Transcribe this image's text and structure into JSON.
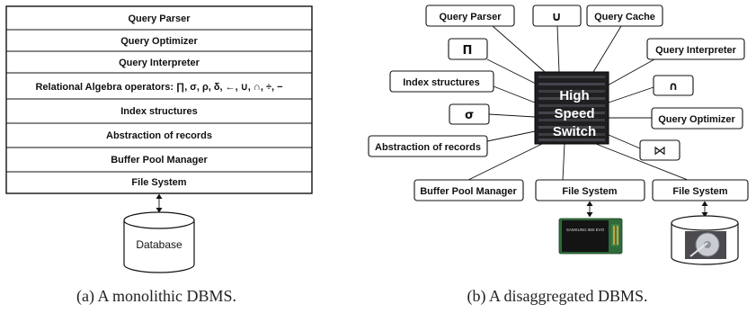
{
  "panel_a": {
    "layers": [
      "Query Parser",
      "Query Optimizer",
      "Query Interpreter",
      "Relational Algebra operators: ∏, σ, ρ, δ, ←, ∪, ∩, ÷, −",
      "Index structures",
      "Abstraction of records",
      "Buffer Pool Manager",
      "File System"
    ],
    "database_label": "Database",
    "caption": "(a) A monolithic DBMS."
  },
  "panel_b": {
    "switch_label": [
      "High",
      "Speed",
      "Switch"
    ],
    "components": {
      "query_parser": "Query Parser",
      "union": "∪",
      "query_cache": "Query Cache",
      "projection": "Π",
      "query_interpreter": "Query Interpreter",
      "index_structures": "Index structures",
      "intersection": "∩",
      "selection": "σ",
      "query_optimizer": "Query Optimizer",
      "abstraction_of_records": "Abstraction of records",
      "join": "⋈",
      "buffer_pool_manager": "Buffer Pool Manager",
      "file_system_ssd": "File System",
      "file_system_hdd": "File System"
    },
    "ssd_label": "SAMSUNG 860 EVO",
    "caption": "(b) A disaggregated DBMS."
  }
}
